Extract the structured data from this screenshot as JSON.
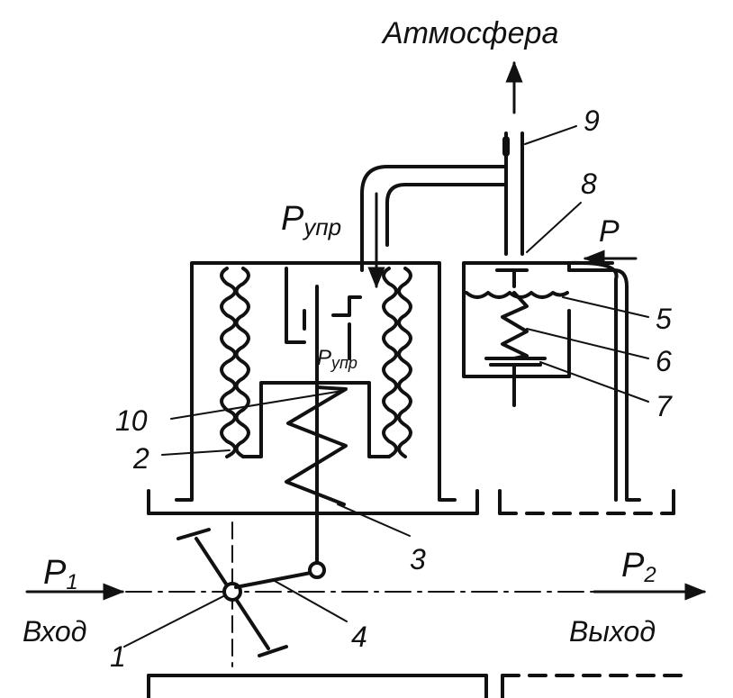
{
  "labels": {
    "atmosphere": "Атмосфера",
    "p_control_top": "P",
    "p_control_top_sub": "упр",
    "p_control_inner": "P",
    "p_control_inner_sub": "упр",
    "p_side": "P",
    "p1": "P",
    "p1_sub": "1",
    "p2": "P",
    "p2_sub": "2",
    "inlet": "Вход",
    "outlet": "Выход",
    "num_1": "1",
    "num_2": "2",
    "num_3": "3",
    "num_4": "4",
    "num_5": "5",
    "num_6": "6",
    "num_7": "7",
    "num_8": "8",
    "num_9": "9",
    "num_10": "10"
  }
}
